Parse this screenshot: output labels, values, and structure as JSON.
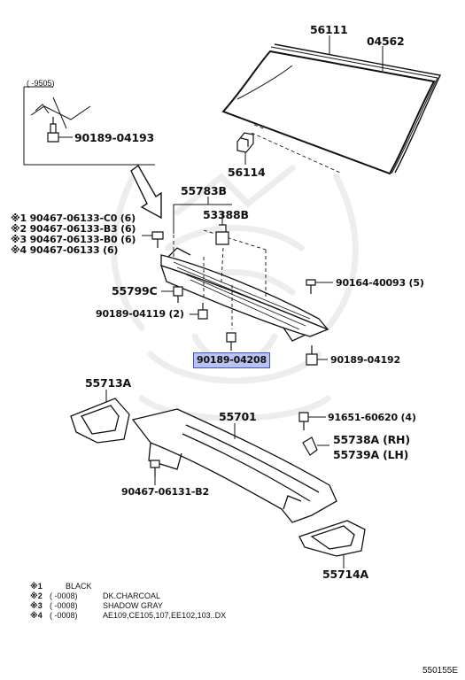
{
  "inset_range": "(    -9505)",
  "parts": [
    {
      "id": "p56111",
      "text": "56111"
    },
    {
      "id": "p04562",
      "text": "04562"
    },
    {
      "id": "p56114",
      "text": "56114"
    },
    {
      "id": "p9018904193",
      "text": "90189-04193"
    },
    {
      "id": "p55783B",
      "text": "55783B"
    },
    {
      "id": "p53388B",
      "text": "53388B"
    },
    {
      "id": "pCO",
      "text": "※1 90467-06133-C0 (6)"
    },
    {
      "id": "pB3",
      "text": "※2 90467-06133-B3 (6)"
    },
    {
      "id": "pB0",
      "text": "※3 90467-06133-B0 (6)"
    },
    {
      "id": "p4",
      "text": "※4 90467-06133 (6)"
    },
    {
      "id": "p55799C",
      "text": "55799C"
    },
    {
      "id": "p9016440093",
      "text": "90164-40093 (5)"
    },
    {
      "id": "p9018904119",
      "text": "90189-04119 (2)"
    },
    {
      "id": "p9018904208",
      "text": "90189-04208"
    },
    {
      "id": "p9018904192",
      "text": "90189-04192"
    },
    {
      "id": "p55713A",
      "text": "55713A"
    },
    {
      "id": "p55701",
      "text": "55701"
    },
    {
      "id": "p9165160620",
      "text": "91651-60620 (4)"
    },
    {
      "id": "p55738A",
      "text": "55738A (RH)"
    },
    {
      "id": "p55739A",
      "text": "55739A (LH)"
    },
    {
      "id": "p9046706131",
      "text": "90467-06131-B2"
    },
    {
      "id": "p55714A",
      "text": "55714A"
    }
  ],
  "notes": [
    {
      "sym": "※1",
      "range": "",
      "text": "BLACK"
    },
    {
      "sym": "※2",
      "range": "(      -0008)",
      "text": "DK.CHARCOAL"
    },
    {
      "sym": "※3",
      "range": "(      -0008)",
      "text": "SHADOW GRAY"
    },
    {
      "sym": "※4",
      "range": "(      -0008)",
      "text": "AE109,CE105,107,EE102,103..DX"
    }
  ],
  "diagram_code": "550155E"
}
